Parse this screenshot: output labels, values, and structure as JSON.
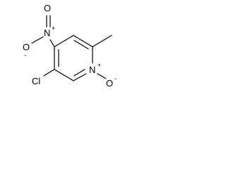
{
  "molecule": {
    "atoms": {
      "o_nitro_top": "O",
      "n_nitro": "N",
      "o_nitro_left": "O",
      "cl": "Cl",
      "n_ring": "N",
      "o_oxide": "O"
    },
    "charges": {
      "n_nitro_plus": "+",
      "o_nitro_left_minus": "-",
      "n_ring_plus": "+",
      "o_oxide_minus": "-"
    }
  }
}
